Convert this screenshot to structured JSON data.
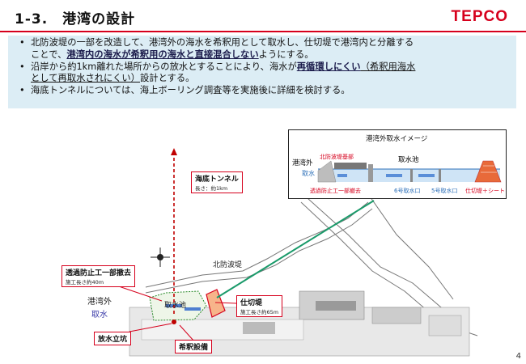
{
  "header": {
    "title": "1-3.　港湾の設計",
    "logo": "TEPCO"
  },
  "bullets": {
    "b1_a": "北防波堤の一部を改造して、港湾外の海水を希釈用として取水し、仕切堤で港湾内と分離する",
    "b1_b": "ことで、",
    "b1_u": "港湾内の海水が希釈用の海水と直接混合しない",
    "b1_c": "ようにする。",
    "b2_a": "沿岸から約1km離れた場所からの放水とすることにより、海水が",
    "b2_u": "再循環しにくい",
    "b2_b": "（希釈用海水",
    "b2_c": "として再取水されにくい）",
    "b2_d": "設計とする。",
    "b3": "海底トンネルについては、海上ボーリング調査等を実施後に詳細を検討する。"
  },
  "callouts": {
    "tunnel_title": "海底トンネル",
    "tunnel_sub": "長さ：約1km",
    "permeable_title": "透過防止工一部撤去",
    "permeable_sub": "施工長さ約40m",
    "partition_title": "仕切堤",
    "partition_sub": "施工長さ約65m",
    "outlet_shaft": "放水立坑",
    "dilution_facility": "希釈設備"
  },
  "map_labels": {
    "north_breakwater": "北防波堤",
    "outside_port": "港湾外",
    "intake": "取水",
    "intake_pond": "取水池"
  },
  "inset": {
    "title": "港湾外取水イメージ",
    "outside_port": "港湾外",
    "breakwater_head": "北防波堤基部",
    "intake": "取水",
    "intake_pond": "取水池",
    "permeable_removal": "透過防止工一部撤去",
    "intake6": "6号取水口",
    "intake5": "5号取水口",
    "partition": "仕切堤＋シート"
  },
  "page": {
    "number": "4"
  },
  "colors": {
    "accent": "#d6001c",
    "bullet_bg": "#dcedf5",
    "tunnel": "#c00000",
    "green_line": "#1a9a6a"
  }
}
